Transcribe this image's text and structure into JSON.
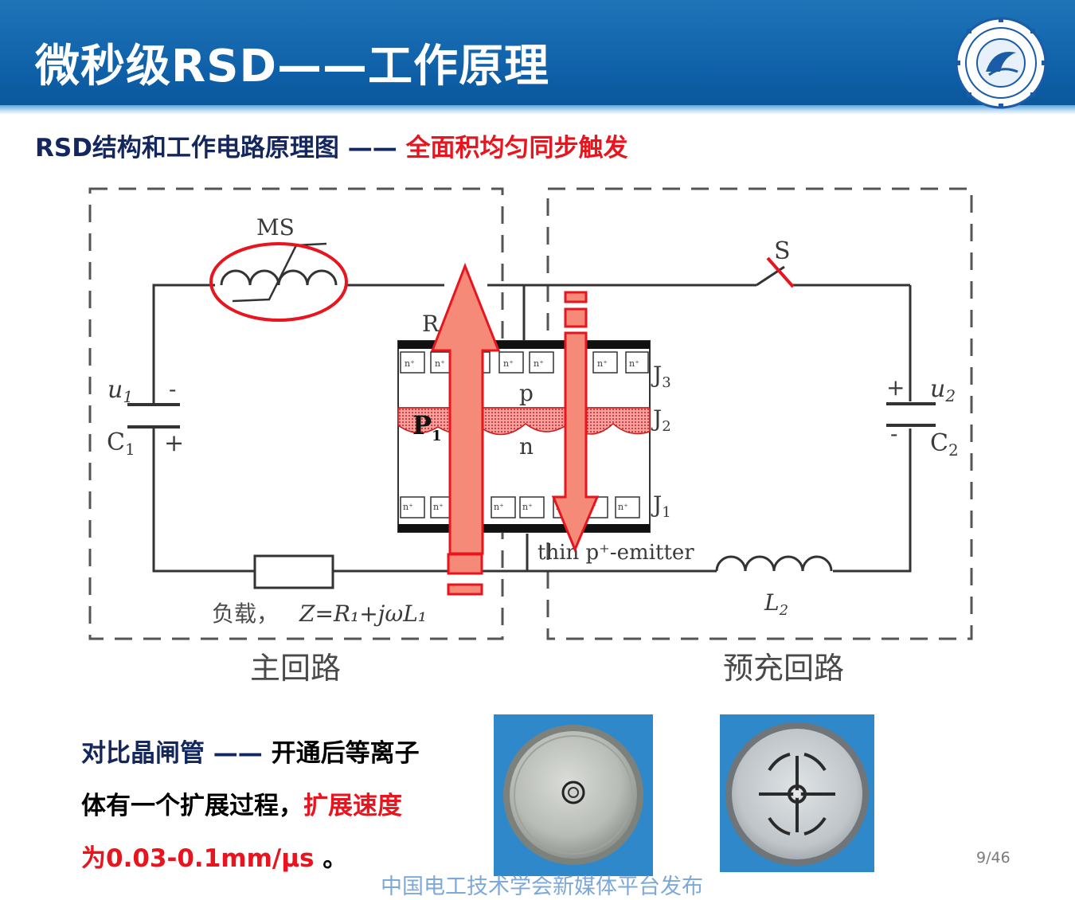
{
  "slide": {
    "title": "微秒级RSD——工作原理",
    "subtitle_blue": "RSD结构和工作电路原理图 ——",
    "subtitle_red": " 全面积均匀同步触发",
    "page_number": "9/46",
    "watermark": "中国电工技术学会新媒体平台发布"
  },
  "diagram": {
    "ms_label": "MS",
    "s_label": "S",
    "r_label": "R",
    "u1_label": "u",
    "u1_sub": "1",
    "c1_label": "C",
    "c1_sub": "1",
    "u2_label": "u",
    "u2_sub": "2",
    "c2_label": "C",
    "c2_sub": "2",
    "minus": "-",
    "plus": "+",
    "j3_label": "J",
    "j3_sub": "3",
    "j2_label": "J",
    "j2_sub": "2",
    "j1_label": "J",
    "j1_sub": "1",
    "p_label": "p",
    "n_label": "n",
    "p1_label": "P",
    "p1_sub": "1",
    "nplus": "n⁺",
    "emitter_label": "thin p⁺-emitter",
    "load_label": "负载，",
    "load_formula": "Z=R₁+jωL₁",
    "l2_label": "L",
    "l2_sub": "2",
    "main_loop": "主回路",
    "precharge_loop": "预充回路"
  },
  "bottom": {
    "line1_a": "对比晶闸管 —— ",
    "line1_b": "开通后等离子",
    "line2_a": "体有一个扩展过程，",
    "line2_b": "扩展速度",
    "line3_a": "为0.03-0.1mm/μs",
    "line3_b": " 。"
  },
  "colors": {
    "header": "#0d5ea6",
    "title_text": "#ffffff",
    "subtitle_blue": "#14265e",
    "accent_red": "#e8141e",
    "arrow_fill": "#f58a78",
    "arrow_stroke": "#e8141e"
  },
  "icons": {
    "logo": "school-emblem-icon",
    "photo1": "device-photo-round",
    "photo2": "device-photo-cross-gate"
  }
}
